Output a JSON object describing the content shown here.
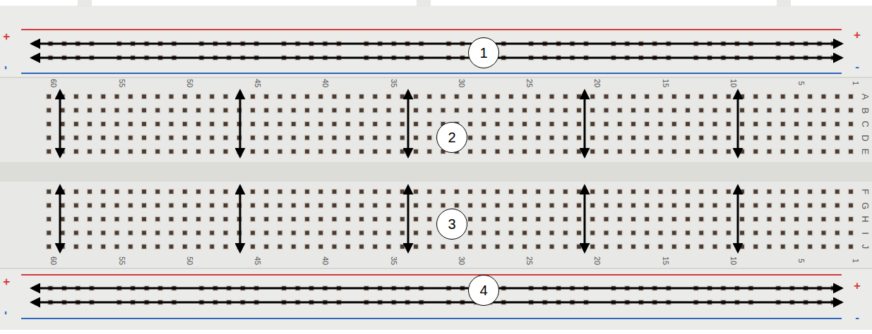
{
  "diagram": {
    "nodes": [
      {
        "text": [
          "1"
        ]
      },
      {
        "text": [
          "2"
        ]
      },
      {
        "text": [
          "3"
        ]
      },
      {
        "text": [
          "4"
        ]
      }
    ],
    "labels": [
      "+",
      "-",
      "+",
      "-",
      "60",
      "55",
      "50",
      "45",
      "40",
      "35",
      "30",
      "25",
      "20",
      "15",
      "10",
      "5",
      "1",
      "A",
      "B",
      "C",
      "D",
      "E",
      "F",
      "G",
      "H",
      "I",
      "J",
      "60",
      "55",
      "50",
      "45",
      "40",
      "35",
      "30",
      "25",
      "20",
      "15",
      "10",
      "5",
      "1",
      "+",
      "-",
      "+",
      "-"
    ]
  }
}
